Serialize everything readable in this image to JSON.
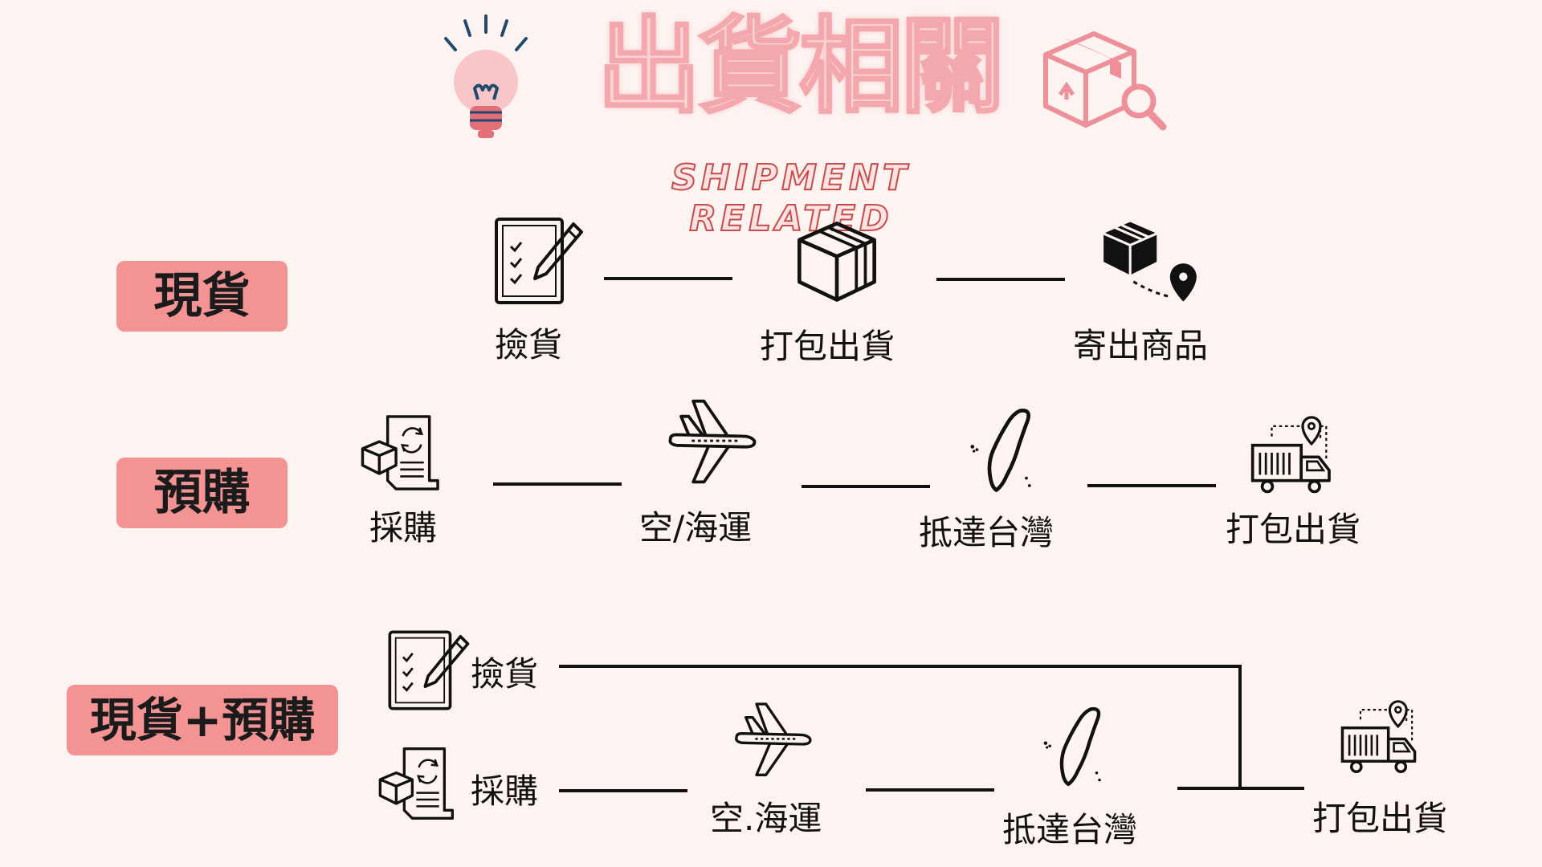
{
  "title": {
    "chinese": "出貨相關",
    "english": "SHIPMENT RELATED"
  },
  "colors": {
    "background": "#fdf4f1",
    "badge": "#f39393",
    "title_fill": "#fbd3d6",
    "title_outline": "#f3a8ae",
    "subtitle": "#c84b4b"
  },
  "icons": {
    "title_left": "lightbulb-icon",
    "title_right": "box-search-icon"
  },
  "rows": {
    "in_stock": {
      "badge": "現貨",
      "steps": [
        {
          "label": "撿貨",
          "icon": "checklist-icon"
        },
        {
          "label": "打包出貨",
          "icon": "box-icon"
        },
        {
          "label": "寄出商品",
          "icon": "box-location-icon"
        }
      ]
    },
    "pre_order": {
      "badge": "預購",
      "steps": [
        {
          "label": "採購",
          "icon": "purchase-icon"
        },
        {
          "label": "空/海運",
          "icon": "airplane-icon"
        },
        {
          "label": "抵達台灣",
          "icon": "taiwan-map-icon"
        },
        {
          "label": "打包出貨",
          "icon": "delivery-truck-icon"
        }
      ]
    },
    "combined": {
      "badge": "現貨+預購",
      "steps": [
        {
          "label": "撿貨",
          "icon": "checklist-icon"
        },
        {
          "label": "採購",
          "icon": "purchase-icon"
        },
        {
          "label": "空.海運",
          "icon": "airplane-icon"
        },
        {
          "label": "抵達台灣",
          "icon": "taiwan-map-icon"
        },
        {
          "label": "打包出貨",
          "icon": "delivery-truck-icon"
        }
      ]
    }
  }
}
